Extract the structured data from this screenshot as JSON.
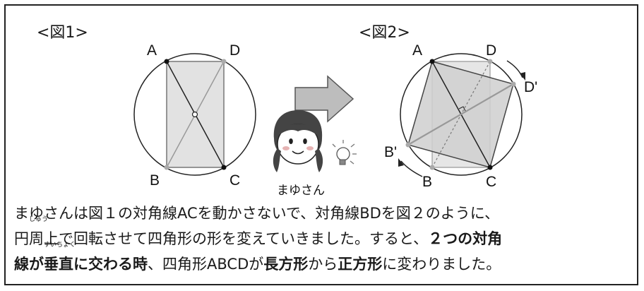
{
  "fig1": {
    "label": "<図1>",
    "points": {
      "A": "A",
      "B": "B",
      "C": "C",
      "D": "D"
    }
  },
  "fig2": {
    "label": "<図2>",
    "points": {
      "A": "A",
      "B": "B",
      "C": "C",
      "D": "D",
      "B_prime": "B'",
      "D_prime": "D'"
    }
  },
  "character": {
    "name": "まゆさん"
  },
  "caption": {
    "line1": "まゆさんは図１の対角線ACを動かさないで、対角線BDを図２のように、",
    "line2_a": "円",
    "line2_ruby_word": "周",
    "line2_ruby_reading": "しゅう",
    "line2_b": "上で回転させて四角形の形を変えていきました。すると、",
    "line2_bold": "２つの対角",
    "line3_bold_a": "線が",
    "line3_ruby_word": "垂直",
    "line3_ruby_reading": "すいちょく",
    "line3_bold_b": "に交わる時",
    "line3_c": "、四角形ABCDが",
    "line3_bold_c": "長方形",
    "line3_d": "から",
    "line3_bold_d": "正方形",
    "line3_e": "に変わりました。"
  },
  "colors": {
    "fill_gray": "#d6d6d6",
    "line_gray": "#8a8a8a",
    "arrow_gray": "#b5b5b5"
  }
}
